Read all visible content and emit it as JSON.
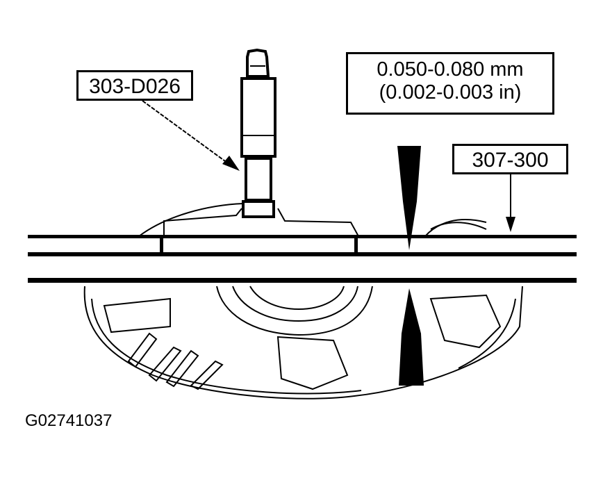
{
  "figure": {
    "id": "G02741037",
    "labels": {
      "tool_1": "303-D026",
      "tool_2": "307-300",
      "clearance_line1": "0.050-0.080 mm",
      "clearance_line2": "(0.002-0.003 in)"
    },
    "colors": {
      "ink": "#000000",
      "paper": "#ffffff"
    }
  }
}
